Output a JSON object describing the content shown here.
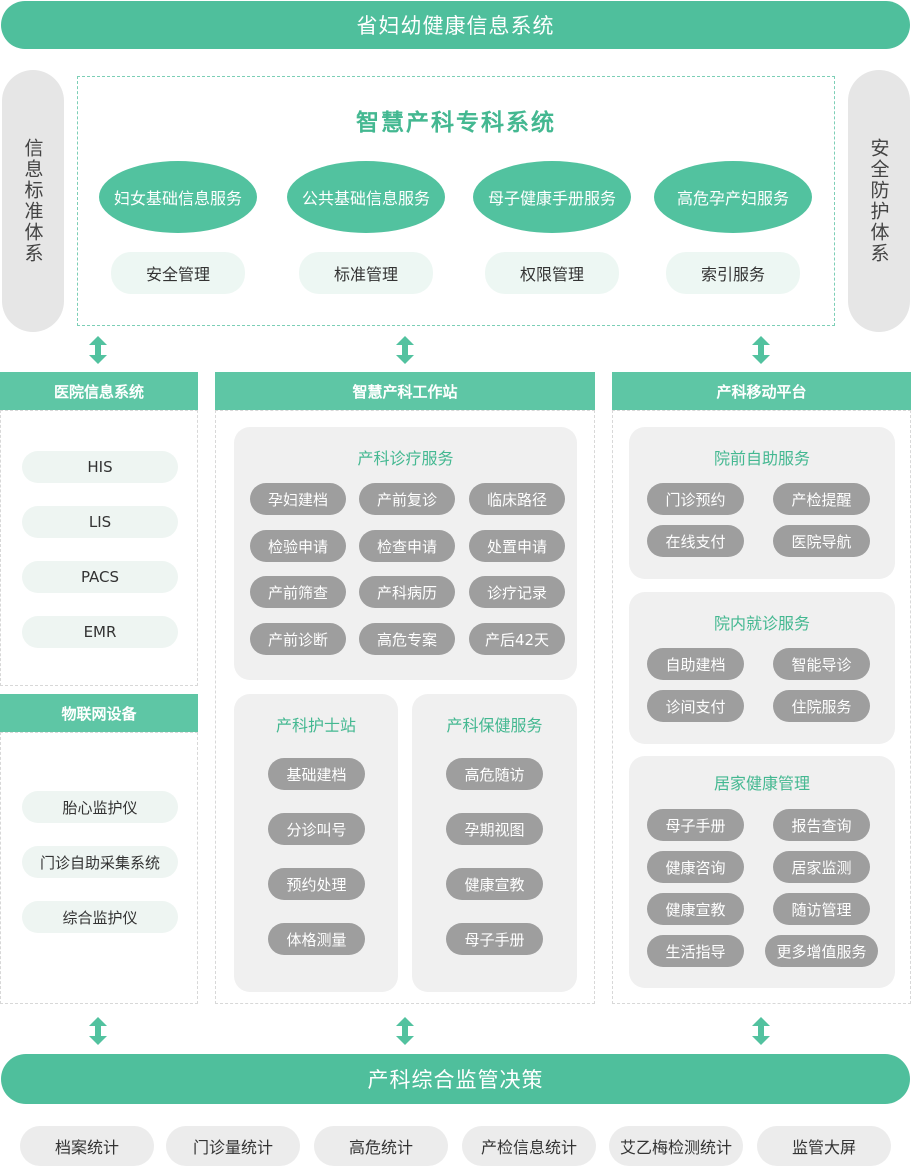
{
  "top_title": "省妇幼健康信息系统",
  "left_side": "信息标准体系",
  "right_side": "安全防护体系",
  "core": {
    "title": "智慧产科专科系统",
    "services": [
      "妇女基础信息服务",
      "公共基础信息服务",
      "母子健康手册服务",
      "高危孕产妇服务"
    ],
    "managements": [
      "安全管理",
      "标准管理",
      "权限管理",
      "索引服务"
    ]
  },
  "hospital": {
    "title": "医院信息系统",
    "items": [
      "HIS",
      "LIS",
      "PACS",
      "EMR"
    ]
  },
  "iot": {
    "title": "物联网设备",
    "items": [
      "胎心监护仪",
      "门诊自助采集系统",
      "综合监护仪"
    ]
  },
  "workstation": {
    "title": "智慧产科工作站",
    "diagnosis": {
      "title": "产科诊疗服务",
      "items": [
        "孕妇建档",
        "产前复诊",
        "临床路径",
        "检验申请",
        "检查申请",
        "处置申请",
        "产前筛查",
        "产科病历",
        "诊疗记录",
        "产前诊断",
        "高危专案",
        "产后42天"
      ]
    },
    "nurse": {
      "title": "产科护士站",
      "items": [
        "基础建档",
        "分诊叫号",
        "预约处理",
        "体格测量"
      ]
    },
    "health": {
      "title": "产科保健服务",
      "items": [
        "高危随访",
        "孕期视图",
        "健康宣教",
        "母子手册"
      ]
    }
  },
  "mobile": {
    "title": "产科移动平台",
    "pre": {
      "title": "院前自助服务",
      "items": [
        "门诊预约",
        "产检提醒",
        "在线支付",
        "医院导航"
      ]
    },
    "inside": {
      "title": "院内就诊服务",
      "items": [
        "自助建档",
        "智能导诊",
        "诊间支付",
        "住院服务"
      ]
    },
    "home": {
      "title": "居家健康管理",
      "items": [
        "母子手册",
        "报告查询",
        "健康咨询",
        "居家监测",
        "健康宣教",
        "随访管理",
        "生活指导",
        "更多增值服务"
      ]
    }
  },
  "bottom_title": "产科综合监管决策",
  "stats": [
    "档案统计",
    "门诊量统计",
    "高危统计",
    "产检信息统计",
    "艾乙梅检测统计",
    "监管大屏"
  ],
  "colors": {
    "primary": "#4fbf9c",
    "header": "#5ec6a5",
    "chip": "#9e9e9e"
  }
}
